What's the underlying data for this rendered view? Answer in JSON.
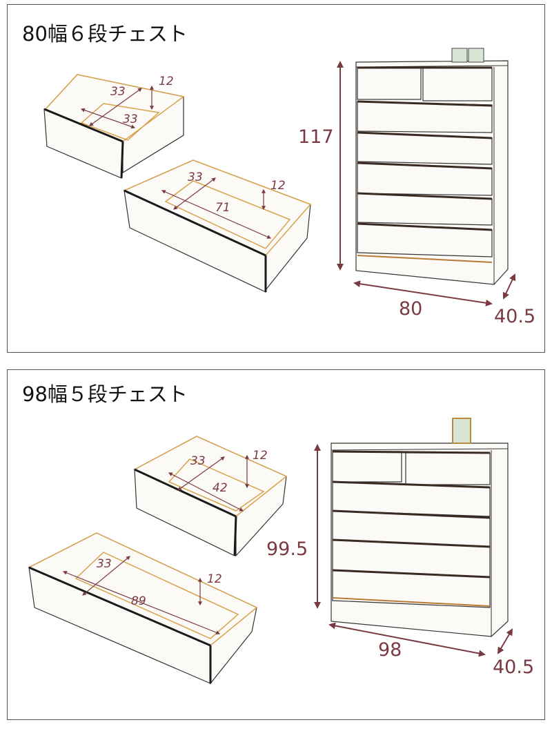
{
  "sections": [
    {
      "title": "80幅６段チェスト",
      "small_drawer": {
        "depth": "33",
        "width": "33",
        "height": "12"
      },
      "large_drawer": {
        "depth": "33",
        "width": "71",
        "height": "12"
      },
      "chest": {
        "height": "117",
        "width": "80",
        "depth": "40.5"
      }
    },
    {
      "title": "98幅５段チェスト",
      "small_drawer": {
        "depth": "33",
        "width": "42",
        "height": "12"
      },
      "large_drawer": {
        "depth": "33",
        "width": "89",
        "height": "12"
      },
      "chest": {
        "height": "99.5",
        "width": "98",
        "depth": "40.5"
      }
    }
  ],
  "colors": {
    "dimension": "#7a3a42",
    "border": "#555555"
  }
}
